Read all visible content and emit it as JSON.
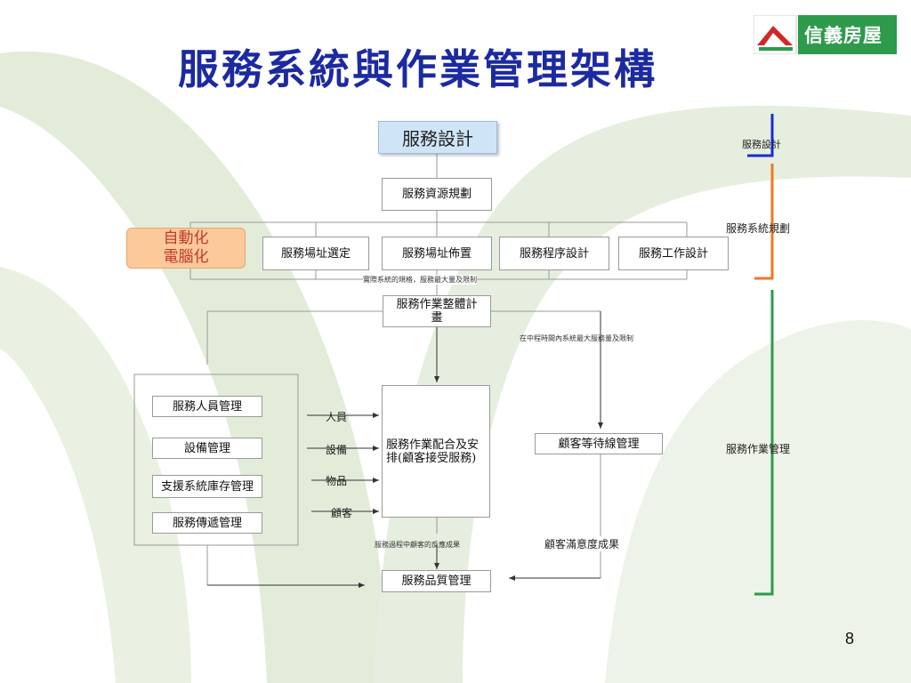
{
  "title": "服務系統與作業管理架構",
  "logo": {
    "text": "信義房屋"
  },
  "nodes": {
    "service_design": "服務設計",
    "resource_planning": "服務資源規劃",
    "site_selection": "服務場址選定",
    "site_layout": "服務場址佈置",
    "process_design": "服務程序設計",
    "work_design": "服務工作設計",
    "overall_plan": "服務作業整體計畫",
    "coordination": "服務作業配合及安排(顧客接受服務)",
    "personnel_mgmt": "服務人員管理",
    "equipment_mgmt": "設備管理",
    "support_inventory": "支援系統庫存管理",
    "delivery_mgmt": "服務傳遞管理",
    "queue_mgmt": "顧客等待線管理",
    "quality_mgmt": "服務品質管理"
  },
  "automation": {
    "line1": "自動化",
    "line2": "電腦化"
  },
  "annotations": {
    "capacity": "實際系統的規格，服務最大量及限制",
    "time_limit": "在中程時間內系統最大服務量及限制",
    "customer_response": "服務過程中顧客的反應成果",
    "satisfaction": "顧客滿意度成果"
  },
  "arrow_labels": {
    "personnel": "人員",
    "equipment": "設備",
    "goods": "物品",
    "customer": "顧客"
  },
  "phases": [
    {
      "label": "服務設計",
      "color": "#1b2bd6"
    },
    {
      "label": "服務系統規劃",
      "color": "#f07820"
    },
    {
      "label": "服務作業管理",
      "color": "#2e9a4c"
    }
  ],
  "colors": {
    "title": "#1c2aa0",
    "accent_green": "#2e9a4c",
    "logo_red": "#cc2a2a"
  },
  "page_number": "8"
}
